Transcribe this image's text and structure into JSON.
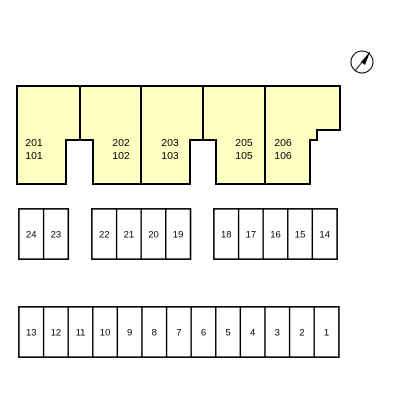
{
  "compass": {
    "icon": "north-arrow-icon"
  },
  "building": {
    "units": [
      {
        "upper": "201",
        "lower": "101"
      },
      {
        "upper": "202",
        "lower": "102"
      },
      {
        "upper": "203",
        "lower": "103"
      },
      {
        "upper": "205",
        "lower": "105"
      },
      {
        "upper": "206",
        "lower": "106"
      }
    ]
  },
  "parking": {
    "middle_row_groups": [
      [
        "24",
        "23"
      ],
      [
        "22",
        "21",
        "20",
        "19"
      ],
      [
        "18",
        "17",
        "16",
        "15",
        "14"
      ]
    ],
    "bottom_row": [
      "13",
      "12",
      "11",
      "10",
      "9",
      "8",
      "7",
      "6",
      "5",
      "4",
      "3",
      "2",
      "1"
    ]
  },
  "colors": {
    "unit_fill": "#ffffc2",
    "outline": "#000000"
  }
}
